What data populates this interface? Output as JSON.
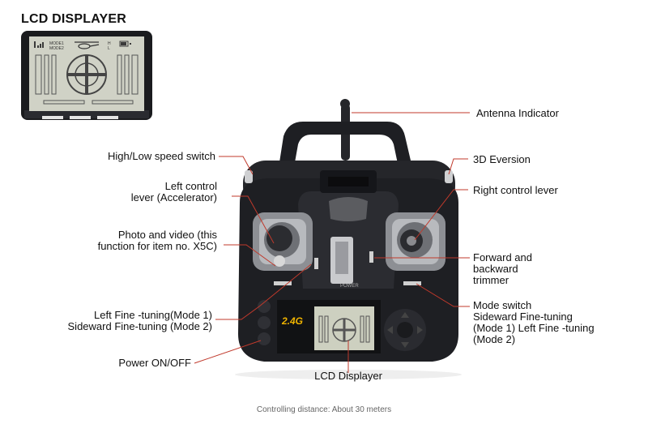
{
  "lcd_title": "LCD DISPLAYER",
  "labels": {
    "antenna": "Antenna Indicator",
    "speed_switch": "High/Low speed switch",
    "left_lever_1": "Left control",
    "left_lever_2": "lever (Accelerator)",
    "photo_1": "Photo and video (this",
    "photo_2": "function for item no. X5C)",
    "left_fine_1": "Left Fine -tuning(Mode 1)",
    "left_fine_2": "Sideward Fine-tuning (Mode 2)",
    "power": "Power ON/OFF",
    "lcd": "LCD Displayer",
    "eversion": "3D Eversion",
    "right_lever": "Right control lever",
    "trim_1": "Forward and",
    "trim_2": "backward",
    "trim_3": "trimmer",
    "mode_1": "Mode switch",
    "mode_2": "Sideward Fine-tuning",
    "mode_3": "(Mode 1) Left Fine -tuning",
    "mode_4": "(Mode 2)"
  },
  "device": {
    "badge": "2.4G",
    "power_text": "POWER",
    "mode_text_1": "MODE1",
    "mode_text_2": "MODE2",
    "hl_h": "H",
    "hl_l": "L"
  },
  "colors": {
    "callout_line": "#c0392b",
    "body": "#1e1f23",
    "lcd_screen": "#cdd0c0",
    "badge": "#f0b400"
  },
  "caption": "Controlling distance: About 30 meters"
}
